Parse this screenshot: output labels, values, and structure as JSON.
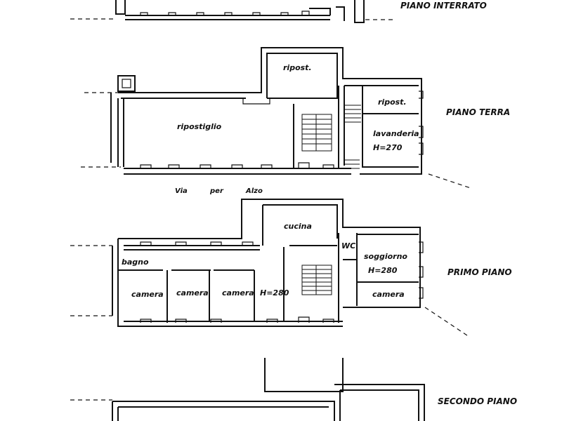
{
  "floors": {
    "interrato": {
      "label": "PIANO INTERRATO"
    },
    "terra": {
      "label": "PIANO TERRA",
      "rooms": {
        "ripost_top": "ripost.",
        "ripostiglio": "ripostiglio",
        "ripost_right": "ripost.",
        "lavanderia": "lavanderia",
        "height": "H=270"
      },
      "street": {
        "via": "Via",
        "per": "per",
        "alzo": "Alzo"
      }
    },
    "primo": {
      "label": "PRIMO PIANO",
      "rooms": {
        "cucina": "cucina",
        "wc": "WC",
        "soggiorno": "soggiorno",
        "height_right": "H=280",
        "bagno": "bagno",
        "camera_1": "camera",
        "camera_2": "camera",
        "camera_3": "camera",
        "height_center": "H=280",
        "camera_4": "camera"
      }
    },
    "secondo": {
      "label": "SECONDO PIANO"
    }
  }
}
